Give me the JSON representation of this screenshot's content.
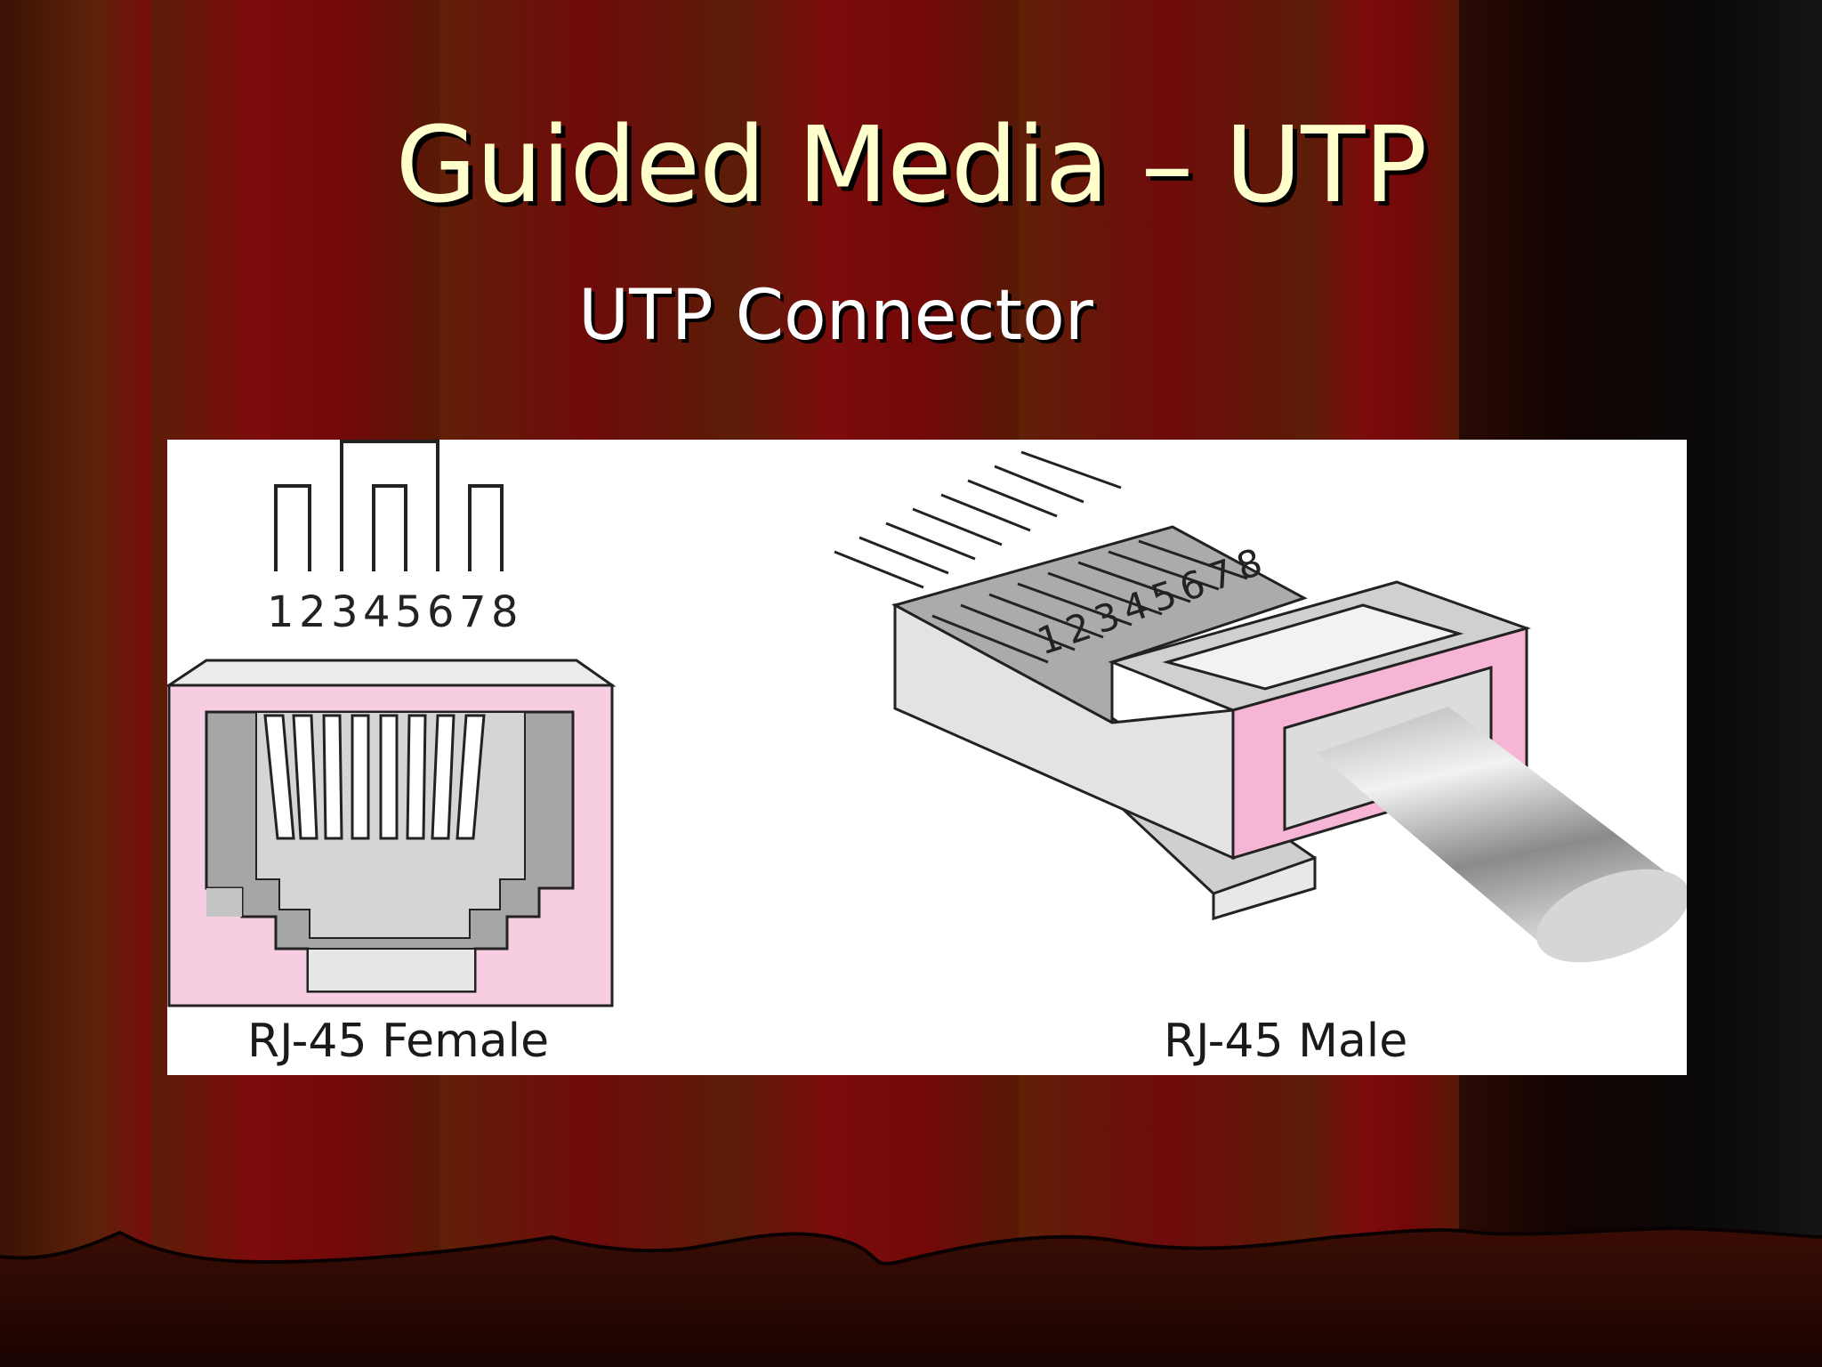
{
  "slide": {
    "title": "Guided Media – UTP",
    "subtitle": "UTP Connector"
  },
  "figure": {
    "female": {
      "caption": "RJ-45 Female",
      "pin_labels": [
        "1",
        "2",
        "3",
        "4",
        "5",
        "6",
        "7",
        "8"
      ]
    },
    "male": {
      "caption": "RJ-45 Male",
      "pin_labels": [
        "1",
        "2",
        "3",
        "4",
        "5",
        "6",
        "7",
        "8"
      ]
    }
  },
  "colors": {
    "title": "#ffffcc",
    "subtitle": "#ffffff",
    "curtain_dark": "#5a1a08",
    "curtain_red": "#7a0a0a",
    "connector_pink": "#f6c3dc",
    "connector_gray": "#a9a9a9"
  }
}
